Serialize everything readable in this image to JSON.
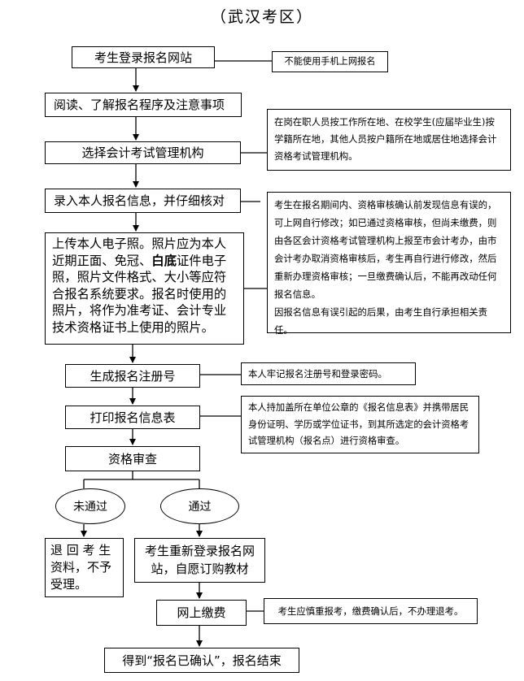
{
  "title": "（武汉考区）",
  "steps": {
    "login": "考生登录报名网站",
    "read": "阅读、了解报名程序及注意事项",
    "select": "选择会计考试管理机构",
    "enter": "录入本人报名信息，并仔细核对",
    "upload": {
      "before_bold": "上传本人电子照。照片应为本人近期正面、免冠、",
      "bold": "白底",
      "after_bold": "证件电子照，照片文件格式、大小等应符合报名系统要求。报名时使用的照片，将作为准考证、会计专业技术资格证书上使用的照片。"
    },
    "generate": "生成报名注册号",
    "print": "打印报名信息表",
    "review": "资格审查",
    "fail_label": "未通过",
    "pass_label": "通过",
    "return": "退 回 考 生资料，不予受理。",
    "relogin": "考生重新登录报名网站，自愿订购教材",
    "pay": "网上缴费",
    "end": "得到“报名已确认”，报名结束"
  },
  "notes": {
    "login": "不能使用手机上网报名",
    "select": "在岗在职人员按工作所在地、在校学生(应届毕业生)按学籍所在地，其他人员按户籍所在地或居住地选择会计资格考试管理机构。",
    "enter_p1": "考生在报名期间内、资格审核确认前发现信息有误的，可上网自行修改；如已通过资格审核，但尚未缴费，则由各区会计资格考试管理机构上报至市会计考办，由市会计考办取消资格审核后，考生再自行进行修改，然后重新办理资格审核；一旦缴费确认后，不能再改动任何报名信息。",
    "enter_p2": "因报名信息有误引起的后果，由考生自行承担相关责任。",
    "generate": "本人牢记报名注册号和登录密码。",
    "print": "本人持加盖所在单位公章的《报名信息表》并携带居民身份证明、学历或学位证书，到其所选定的会计资格考试管理机构（报名点）进行资格审查。",
    "pay": "考生应慎重报考，缴费确认后，不办理退考。"
  }
}
